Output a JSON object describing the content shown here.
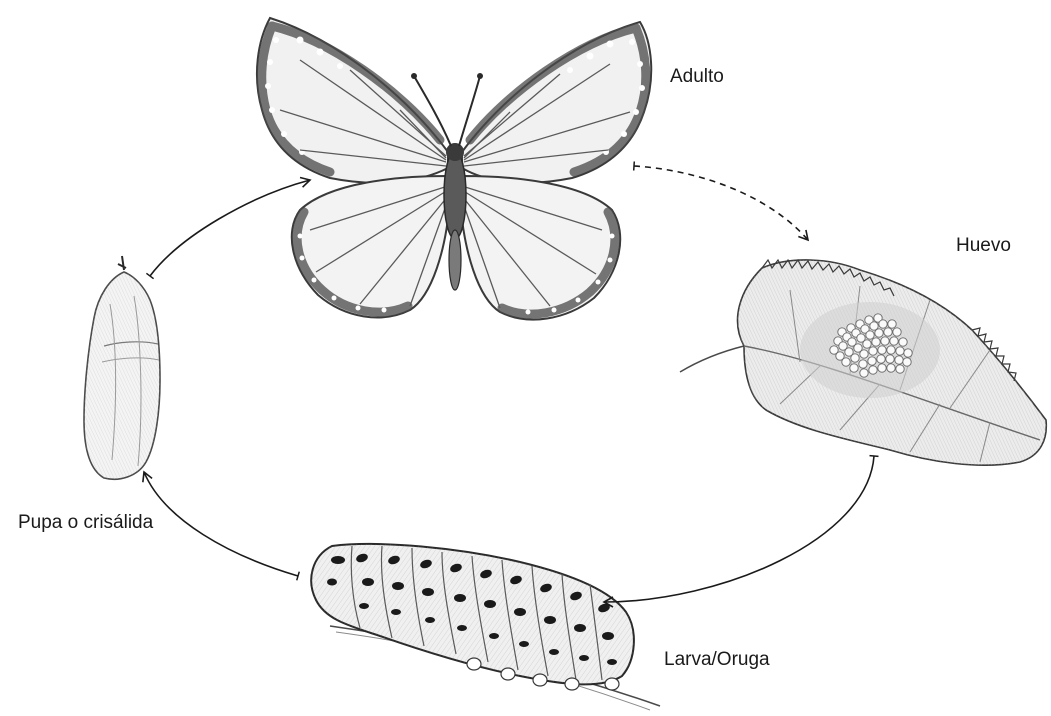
{
  "stages": {
    "adult": "Adulto",
    "egg": "Huevo",
    "larva": "Larva/Oruga",
    "pupa": "Pupa o crisálida"
  },
  "colors": {
    "ink": "#1a1a1a",
    "shade": "#e6e6e6",
    "background": "#ffffff"
  }
}
